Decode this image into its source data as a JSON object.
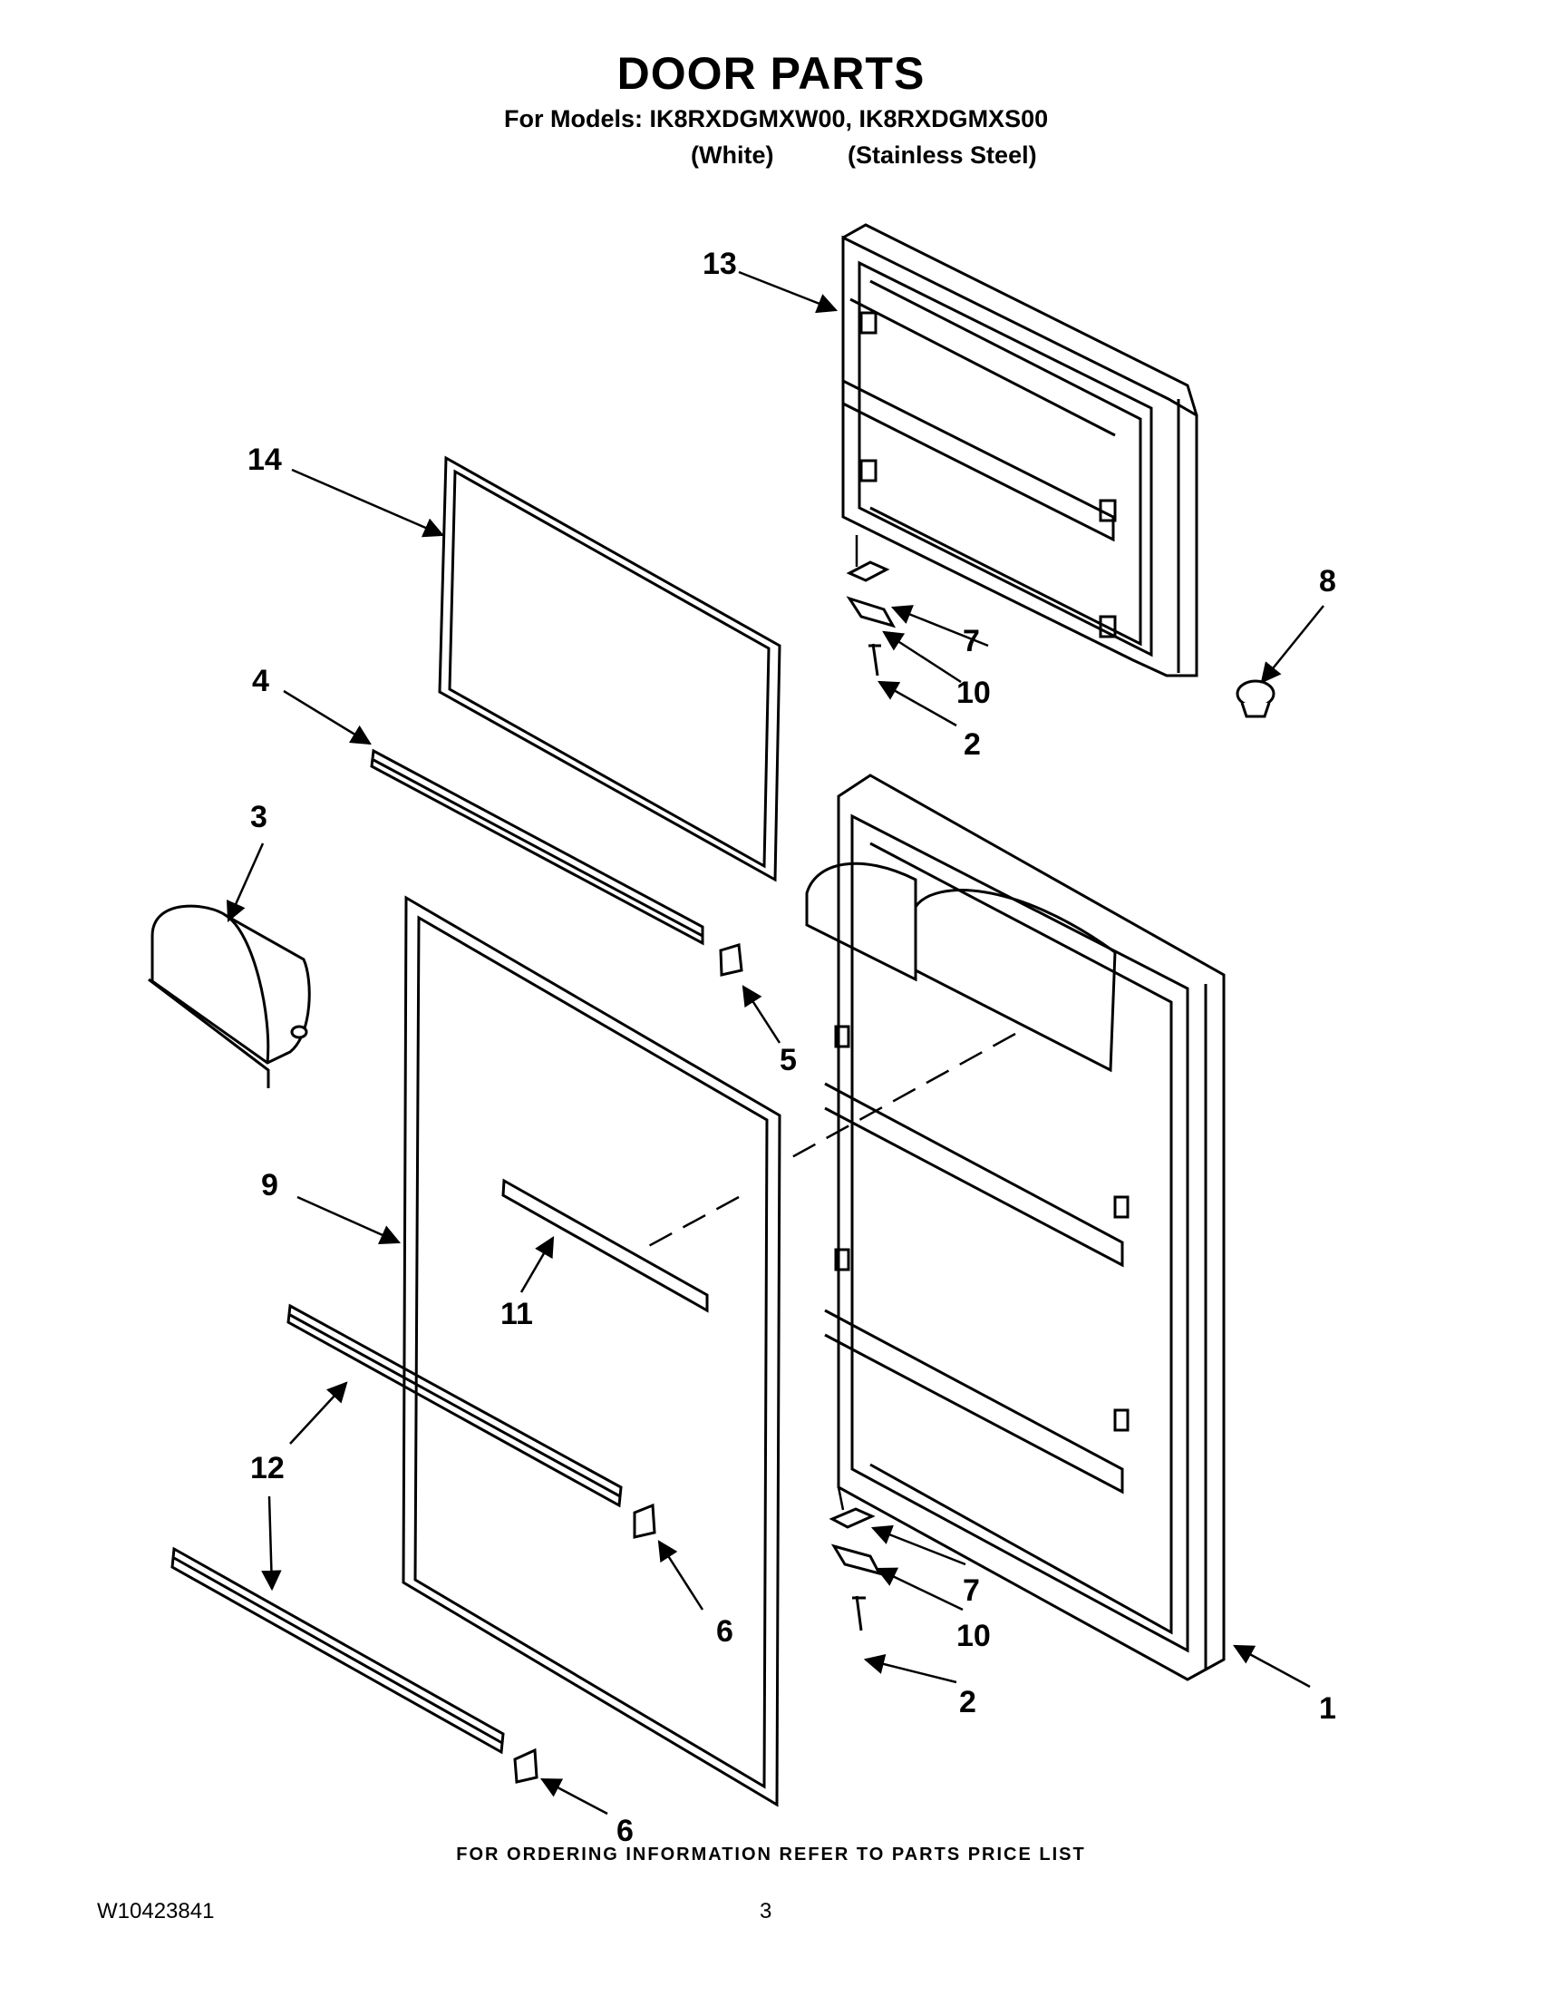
{
  "page": {
    "title": "DOOR PARTS",
    "models_line": "For Models: IK8RXDGMXW00, IK8RXDGMXS00",
    "variant_white": "(White)",
    "variant_stainless": "(Stainless Steel)",
    "footer_note": "FOR ORDERING INFORMATION REFER TO PARTS PRICE LIST",
    "doc_number": "W10423841",
    "page_number": "3"
  },
  "callouts": {
    "c13": "13",
    "c14": "14",
    "c8": "8",
    "c7a": "7",
    "c10a": "10",
    "c2a": "2",
    "c4": "4",
    "c3": "3",
    "c5": "5",
    "c9": "9",
    "c11": "11",
    "c12": "12",
    "c6a": "6",
    "c6b": "6",
    "c7b": "7",
    "c10b": "10",
    "c2b": "2",
    "c1": "1"
  }
}
